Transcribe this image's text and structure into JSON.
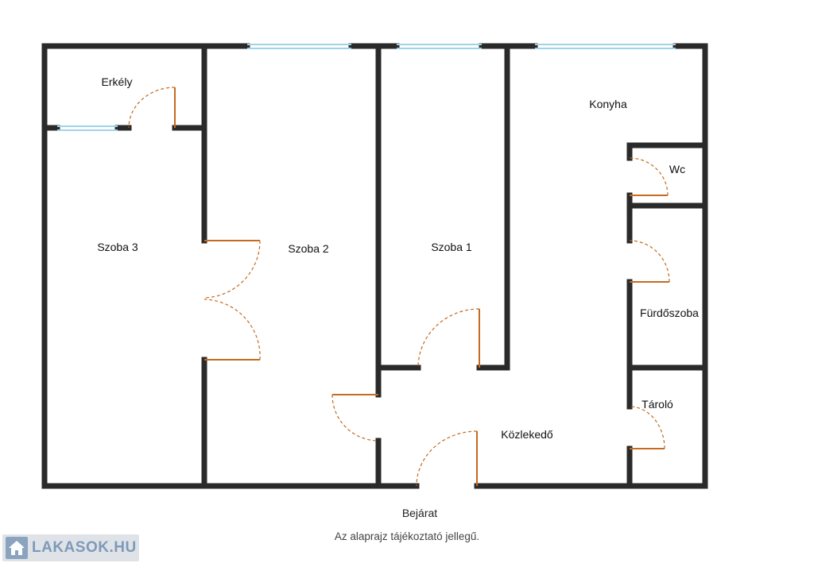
{
  "rooms": {
    "erkely": "Erkély",
    "szoba3": "Szoba 3",
    "szoba2": "Szoba 2",
    "szoba1": "Szoba 1",
    "konyha": "Konyha",
    "wc": "Wc",
    "furdoszoba": "Fürdőszoba",
    "tarolo": "Tároló",
    "kozlekedo": "Közlekedő"
  },
  "entrance_label": "Bejárat",
  "disclaimer": "Az alaprajz tájékoztató jellegű.",
  "logo": {
    "text": "LAKASOK.HU"
  },
  "colors": {
    "wall": "#2a2a2a",
    "window": "#9fd3e8",
    "door": "#c56a1e",
    "logo_bg": "#dfe3e8",
    "logo_text": "#7e9ab8"
  }
}
